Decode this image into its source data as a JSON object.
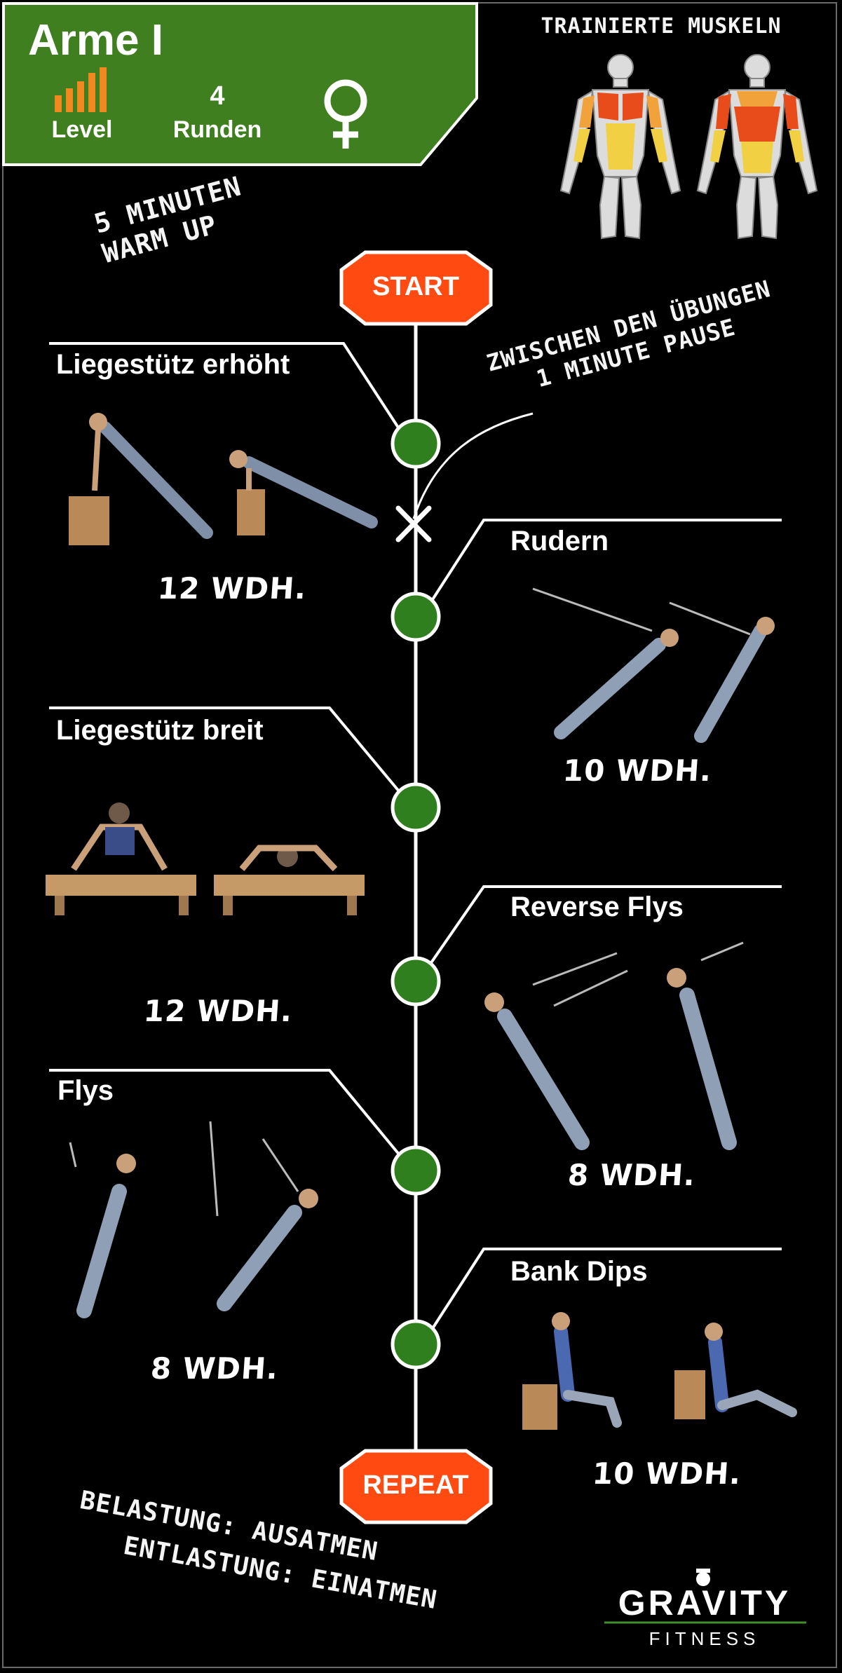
{
  "header": {
    "title": "Arme I",
    "level_label": "Level",
    "rounds_value": "4",
    "rounds_label": "Runden",
    "gender_symbol": "female-symbol-icon",
    "bg_color": "#3f7f1f"
  },
  "muscles_title": "TRAINIERTE MUSKELN",
  "warmup": "5 MINUTEN\nWARM UP",
  "pause_note": "ZWISCHEN DEN ÜBUNGEN\n1 MINUTE PAUSE",
  "start_label": "START",
  "repeat_label": "REPEAT",
  "accent_color": "#ff4a12",
  "node_color": "#2f7f1f",
  "exercises": [
    {
      "name": "Liegestütz erhöht",
      "reps": "12 WDH.",
      "side": "left"
    },
    {
      "name": "Rudern",
      "reps": "10 WDH.",
      "side": "right"
    },
    {
      "name": "Liegestütz breit",
      "reps": "12 WDH.",
      "side": "left"
    },
    {
      "name": "Reverse Flys",
      "reps": "8 WDH.",
      "side": "right"
    },
    {
      "name": "Flys",
      "reps": "8 WDH.",
      "side": "left"
    },
    {
      "name": "Bank Dips",
      "reps": "10 WDH.",
      "side": "right"
    }
  ],
  "breathing": {
    "line1": "BELASTUNG: AUSATMEN",
    "line2": "ENTLASTUNG: EINATMEN"
  },
  "logo": {
    "brand": "GRAVITY",
    "sub": "FITNESS"
  }
}
